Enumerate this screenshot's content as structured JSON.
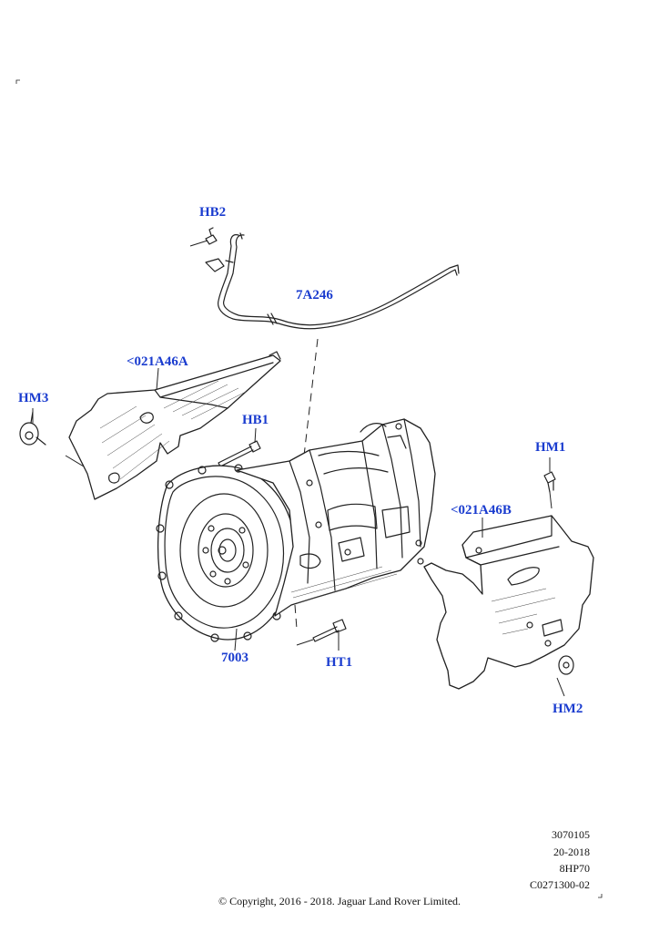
{
  "diagram": {
    "labels": {
      "hb2": "HB2",
      "pipe_7a246": "7A246",
      "shield_a": "<021A46A",
      "hm3": "HM3",
      "hb1": "HB1",
      "hm1": "HM1",
      "shield_b": "<021A46B",
      "transmission_7003": "7003",
      "ht1": "HT1",
      "hm2": "HM2"
    },
    "colors": {
      "label": "#1a3ccf",
      "linework": "#222222"
    }
  },
  "footer": {
    "illustration_number": "3070105",
    "model_year": "20-2018",
    "transmission_code": "8HP70",
    "reference_code": "C0271300-02",
    "copyright": "© Copyright, 2016 - 2018. Jaguar Land Rover Limited."
  }
}
